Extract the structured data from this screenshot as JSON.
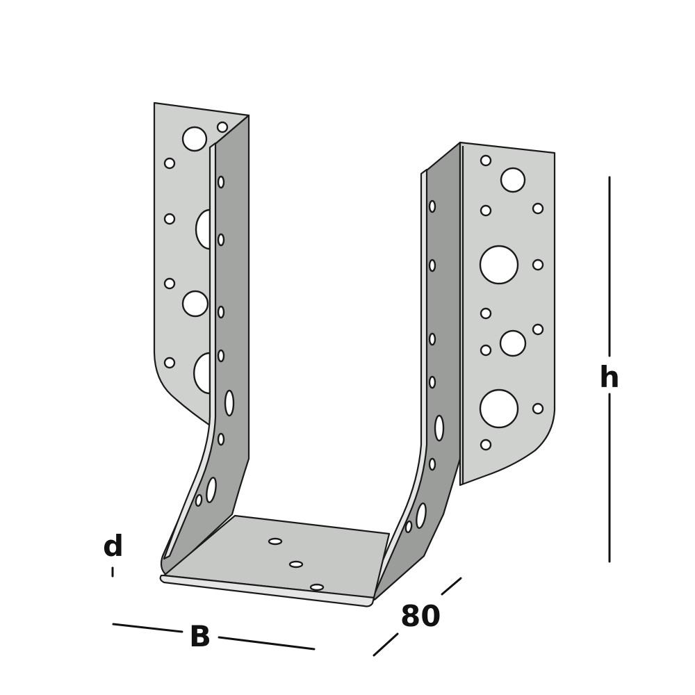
{
  "diagram": {
    "subject": "U-shaped joist hanger bracket with perforated flanges",
    "colors": {
      "background": "#ffffff",
      "flange_face": "#cfd1cf",
      "side_wall": "#a3a5a3",
      "base_plate": "#c6c8c6",
      "edge_highlight": "#e4e5e4",
      "outline": "#1a1a1a",
      "hole": "#ffffff"
    },
    "dimensions": {
      "depth_label": "d",
      "width_label": "B",
      "length_label": "80",
      "height_label": "h"
    }
  }
}
